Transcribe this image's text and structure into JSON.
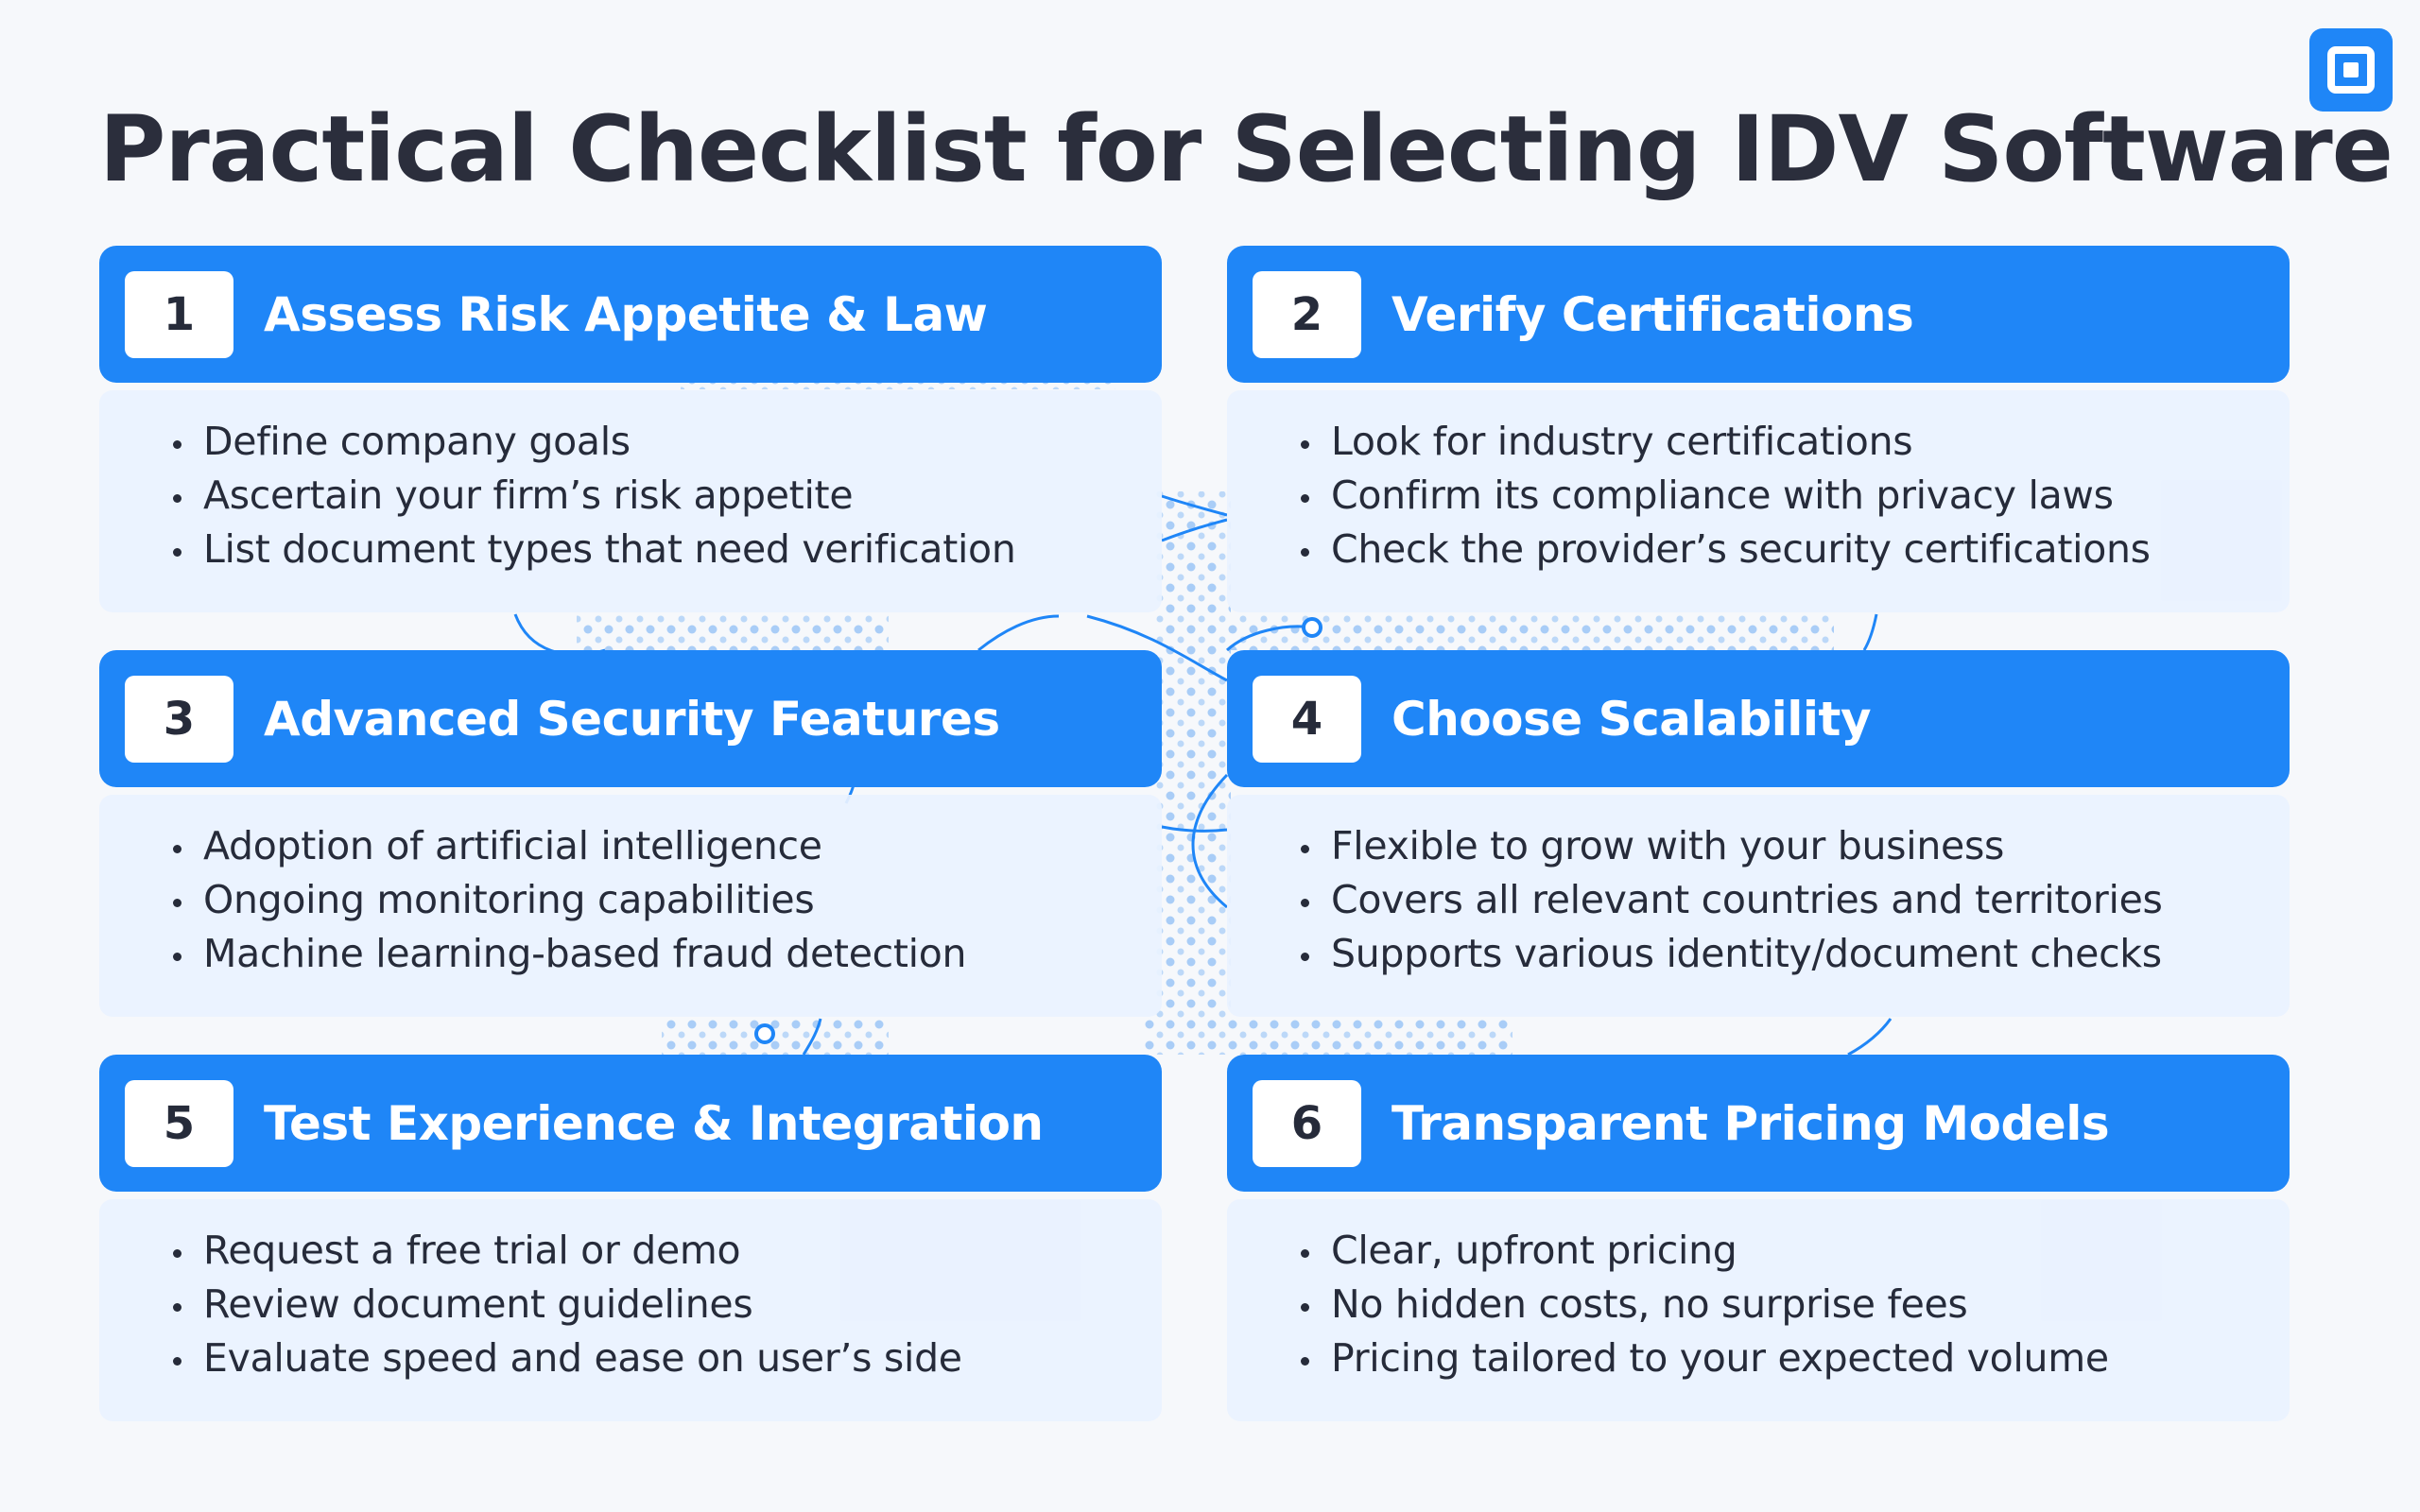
{
  "page": {
    "title": "Practical Checklist for Selecting IDV Software",
    "logo_icon": "square-logo-icon"
  },
  "colors": {
    "accent": "#1f86f7",
    "card_body_bg": "#e9f2ff",
    "text": "#262b3a",
    "background": "#f6f8fb"
  },
  "cards": [
    {
      "number": "1",
      "title": "Assess Risk Appetite & Law",
      "items": [
        "Define company goals",
        "Ascertain your firm’s risk appetite",
        "List document types that need verification"
      ]
    },
    {
      "number": "2",
      "title": "Verify Certifications",
      "items": [
        "Look for industry certifications",
        "Confirm its compliance with privacy laws",
        "Check the provider’s security certifications"
      ]
    },
    {
      "number": "3",
      "title": "Advanced Security Features",
      "items": [
        "Adoption of artificial intelligence",
        "Ongoing monitoring capabilities",
        "Machine learning-based fraud detection"
      ]
    },
    {
      "number": "4",
      "title": "Choose Scalability",
      "items": [
        "Flexible to grow with your business",
        "Covers all relevant countries and territories",
        "Supports various identity/document checks"
      ]
    },
    {
      "number": "5",
      "title": "Test Experience & Integration",
      "items": [
        "Request a free trial or demo",
        "Review document guidelines",
        "Evaluate speed and ease on user’s side"
      ]
    },
    {
      "number": "6",
      "title": "Transparent Pricing Models",
      "items": [
        "Clear, upfront pricing",
        "No hidden costs, no surprise fees",
        "Pricing tailored to your expected volume"
      ]
    }
  ]
}
